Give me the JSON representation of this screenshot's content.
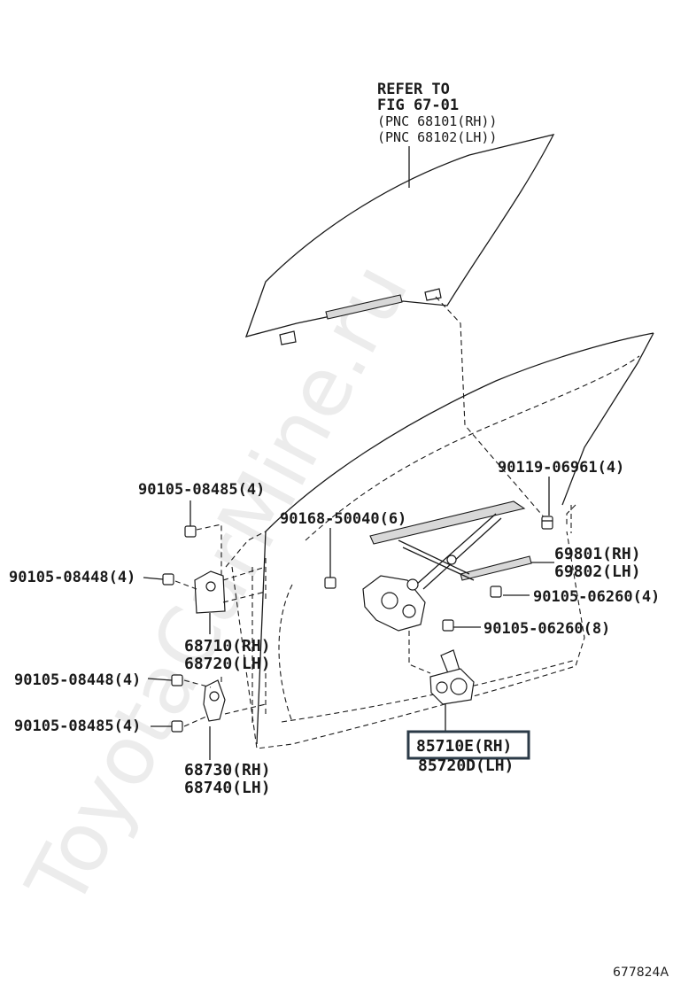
{
  "watermark": "ToyotaCarMine.ru",
  "diagram_id": "677824A",
  "labels": {
    "refer_1": "REFER TO",
    "refer_2": "FIG 67-01",
    "refer_3": "(PNC 68101(RH))",
    "refer_4": "(PNC 68102(LH))",
    "bolt_top_right": "90119-06961(4)",
    "bolt_top_left": "90105-08485(4)",
    "bolt_center": "90168-50040(6)",
    "bolt_left_upper": "90105-08448(4)",
    "part_69801": "69801(RH)",
    "part_69802": "69802(LH)",
    "bolt_right_4": "90105-06260(4)",
    "bolt_right_8": "90105-06260(8)",
    "hinge_upper_rh": "68710(RH)",
    "hinge_upper_lh": "68720(LH)",
    "bolt_left_lower_1": "90105-08448(4)",
    "bolt_left_lower_2": "90105-08485(4)",
    "hinge_lower_rh": "68730(RH)",
    "hinge_lower_lh": "68740(LH)",
    "motor_rh": "85710E(RH)",
    "motor_lh": "85720D(LH)"
  },
  "colors": {
    "line": "#1a1a1a",
    "highlight_box": "#2b3a47",
    "watermark": "#ececec"
  }
}
